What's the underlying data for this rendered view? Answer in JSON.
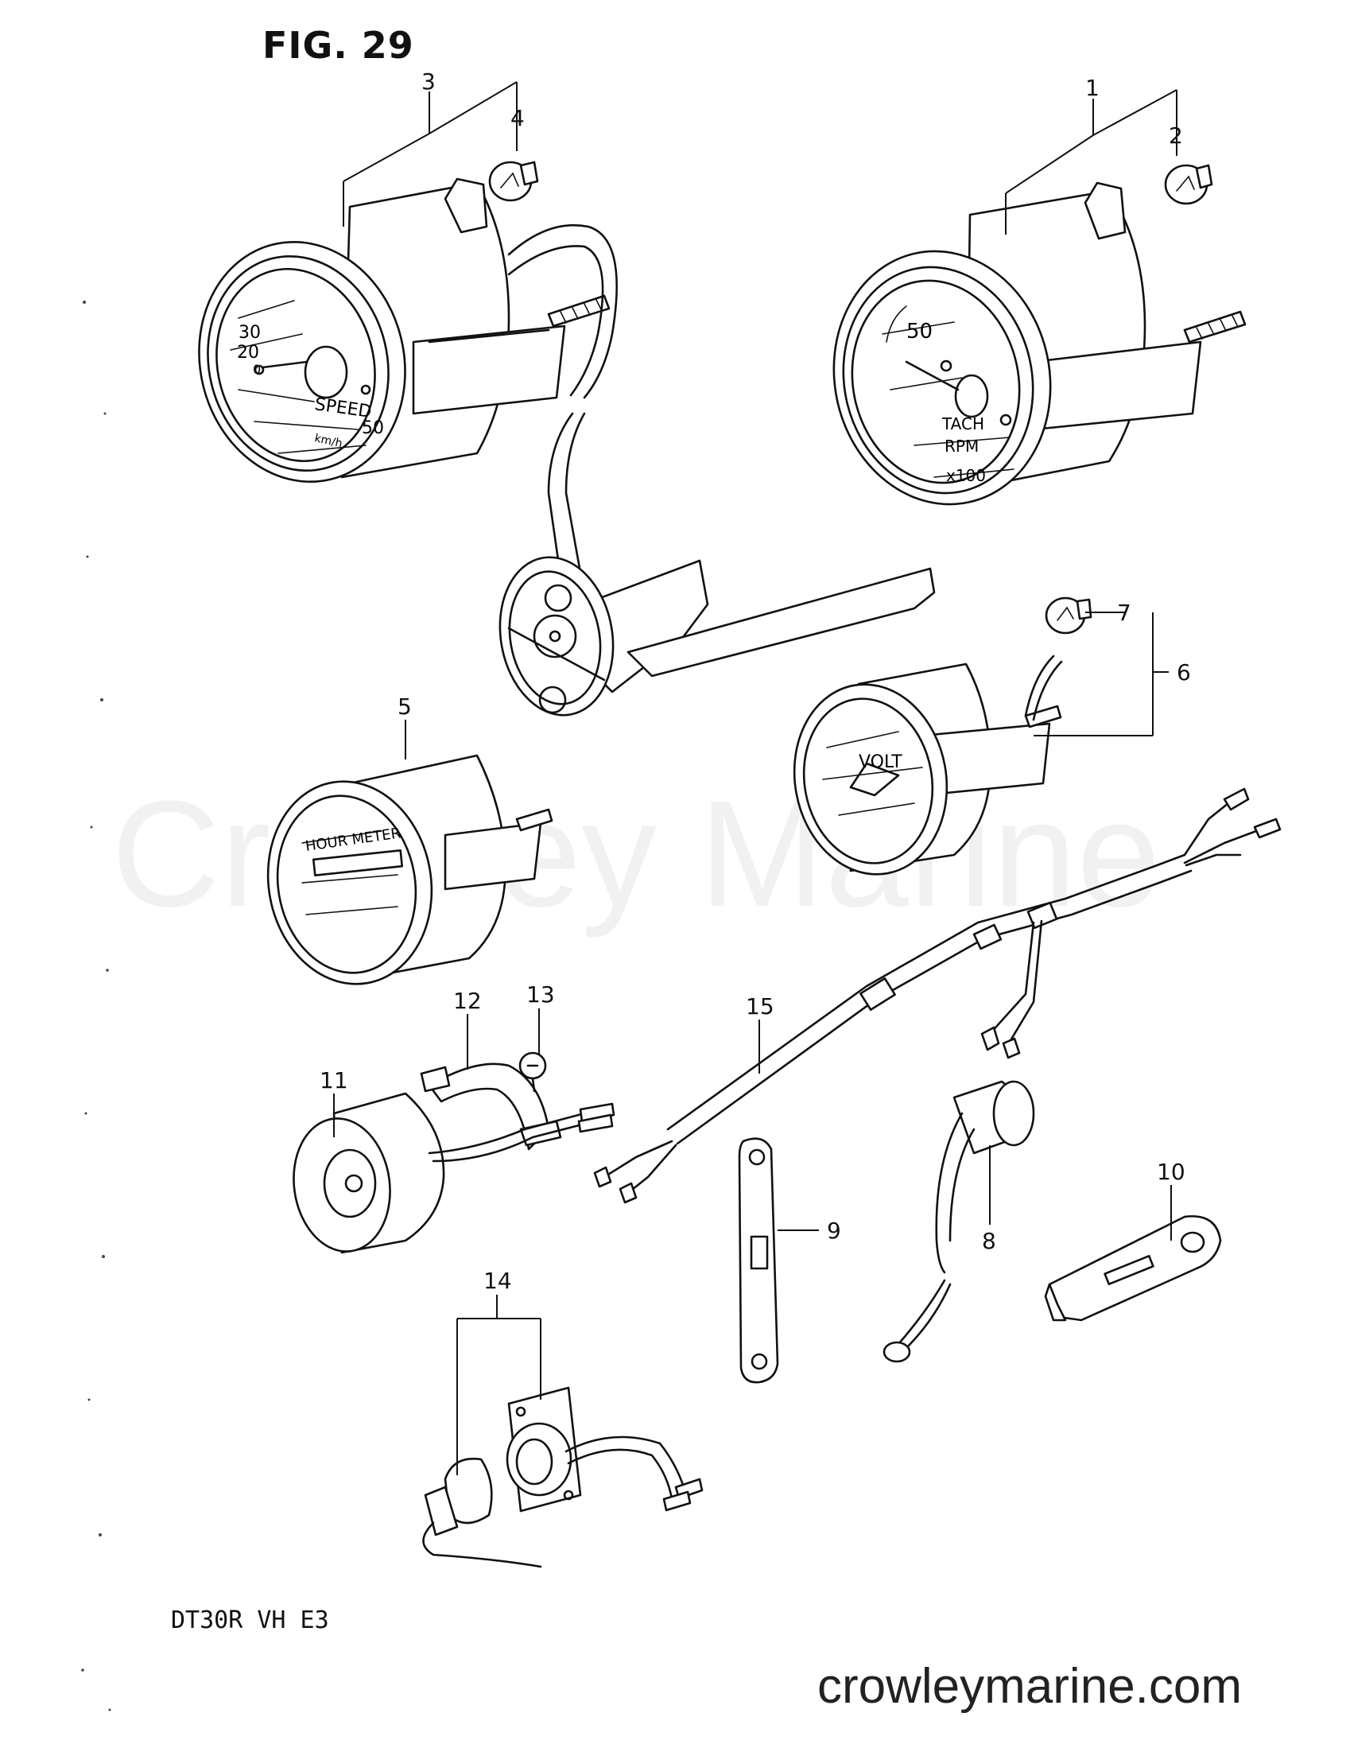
{
  "figure": {
    "title": "FIG. 29",
    "model_code": "DT30R VH E3",
    "watermark": "Crowley Marine",
    "website": "crowleymarine.com"
  },
  "callouts": [
    "1",
    "2",
    "3",
    "4",
    "5",
    "6",
    "7",
    "8",
    "9",
    "10",
    "11",
    "12",
    "13",
    "14",
    "15"
  ],
  "gauge_faces": {
    "speedometer": [
      "30",
      "20",
      "0",
      "SPEED",
      "50",
      "km/h"
    ],
    "tachometer": [
      "TACH",
      "RPM",
      "x100"
    ],
    "hour_meter": [
      "HOUR METER"
    ],
    "voltmeter": [
      "VOLT"
    ]
  }
}
